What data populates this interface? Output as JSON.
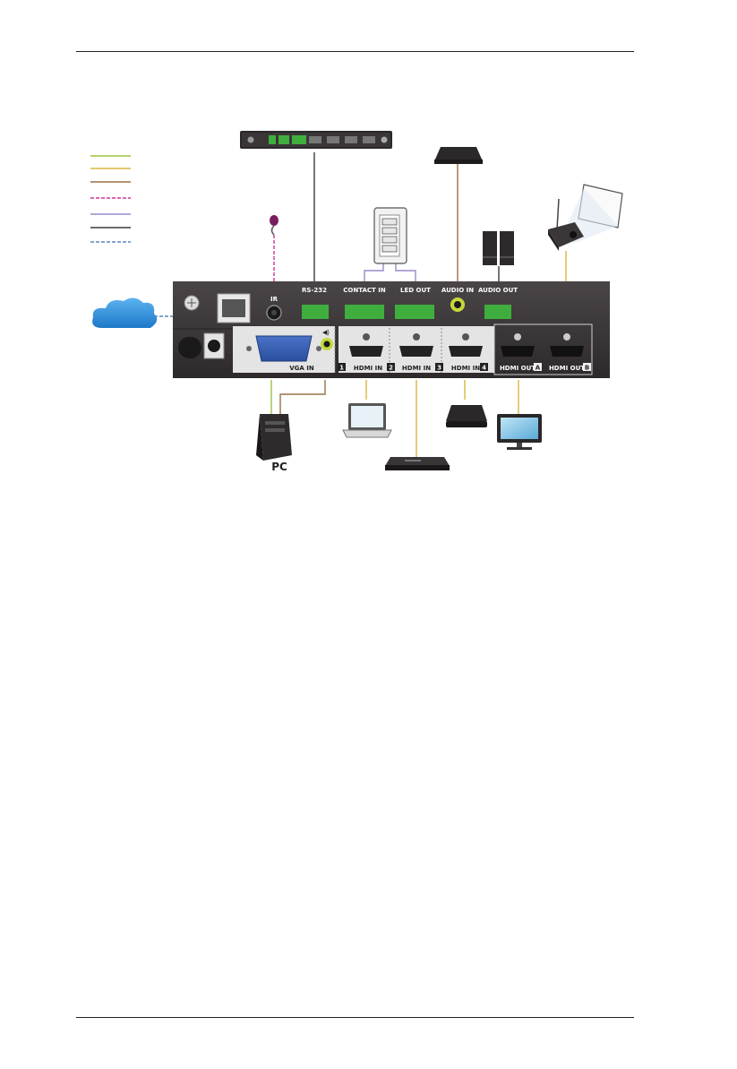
{
  "rear_panel": {
    "ports": {
      "ir": "IR",
      "rs232": "RS-232",
      "contact_in": "CONTACT IN",
      "led_out": "LED OUT",
      "audio_in": "AUDIO IN",
      "audio_out": "AUDIO OUT",
      "vga_in": "VGA IN",
      "hdmi_in_2": "HDMI IN",
      "hdmi_in_3": "HDMI IN",
      "hdmi_in_4": "HDMI IN",
      "hdmi_out_a": "HDMI OUT",
      "hdmi_out_b": "HDMI OUT"
    },
    "port_numbers": {
      "in_1": "1",
      "in_2": "2",
      "in_3": "3",
      "in_4": "4",
      "out_a": "A",
      "out_b": "B"
    }
  },
  "devices": {
    "pc_label": "PC"
  },
  "colors": {
    "panel": "#3a3638",
    "port_green": "#3fae3f",
    "line_green": "#9bc33f",
    "line_yellow": "#d9b640",
    "line_brown": "#9a7044",
    "line_magenta": "#d6328f",
    "line_purple": "#9a8ac8",
    "line_dark": "#3b3b3b",
    "line_blue": "#5b86b8",
    "cloud": "#2f8fdc"
  },
  "legend_lines": [
    {
      "color": "#9bc33f",
      "style": "solid"
    },
    {
      "color": "#d9b640",
      "style": "solid"
    },
    {
      "color": "#9a7044",
      "style": "solid"
    },
    {
      "color": "#d6328f",
      "style": "dashed"
    },
    {
      "color": "#9a8ac8",
      "style": "solid"
    },
    {
      "color": "#3b3b3b",
      "style": "solid"
    },
    {
      "color": "#5b86b8",
      "style": "dashed"
    }
  ]
}
